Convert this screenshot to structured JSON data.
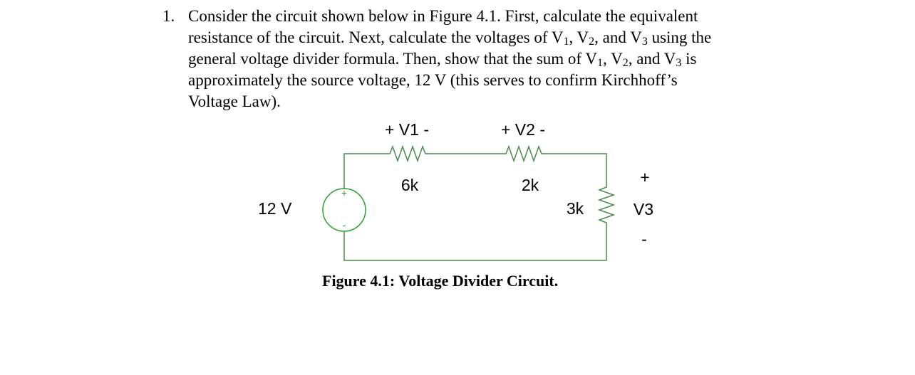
{
  "problem": {
    "number": "1.",
    "lines": [
      [
        "Consider the circuit shown below in Figure 4.1.  First, calculate the equivalent"
      ],
      [
        "resistance of the circuit.  Next, calculate the voltages of V",
        "1",
        ", V",
        "2",
        ", and V",
        "3",
        " using the"
      ],
      [
        "general voltage divider formula.  Then, show that the sum of V",
        "1",
        ", V",
        "2",
        ", and V",
        "3",
        " is"
      ],
      [
        "approximately the source voltage, 12 V (this serves to confirm Kirchhoff’s"
      ],
      [
        "Voltage Law)."
      ]
    ]
  },
  "circuit": {
    "wire_color": "#4a8a4a",
    "source_color": "#2ea02e",
    "source": {
      "label": "12 V",
      "plus": "+",
      "minus": "-"
    },
    "resistors": [
      {
        "id": "r1",
        "value": "6k",
        "voltage_label": "+ V1 -"
      },
      {
        "id": "r2",
        "value": "2k",
        "voltage_label": "+ V2 -"
      },
      {
        "id": "r3",
        "value": "3k",
        "voltage_label": "V3",
        "plus": "+",
        "minus": "-"
      }
    ]
  },
  "caption": "Figure 4.1: Voltage Divider Circuit."
}
